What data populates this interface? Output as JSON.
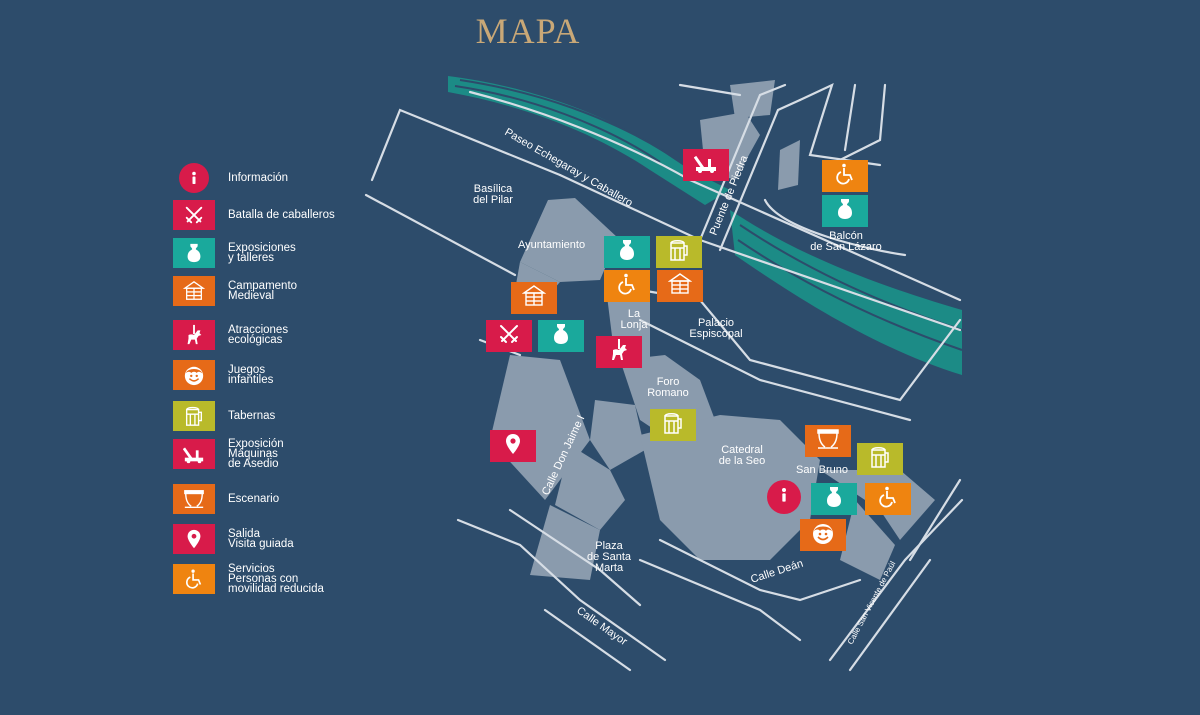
{
  "title": "MAPA",
  "colors": {
    "background": "#2d4c6b",
    "title": "#c9a877",
    "block": "#8a9bad",
    "road": "#d6dde5",
    "river": "#1c8b86",
    "red": "#d81b4a",
    "teal": "#1aa99c",
    "orange": "#ef8410",
    "dark_orange": "#e66a18",
    "olive": "#b9ba2a"
  },
  "legend": [
    {
      "icon": "info-icon",
      "color": "red",
      "label": "Información"
    },
    {
      "icon": "crossed-swords-icon",
      "color": "red",
      "label": "Batalla de caballeros"
    },
    {
      "icon": "vase-icon",
      "color": "teal",
      "label": "Exposiciones\ny talleres"
    },
    {
      "icon": "tent-icon",
      "color": "dark_orange",
      "label": "Campamento\nMedieval"
    },
    {
      "icon": "horse-icon",
      "color": "red",
      "label": "Atracciones\necológicas"
    },
    {
      "icon": "smiley-icon",
      "color": "dark_orange",
      "label": "Juegos\ninfantiles"
    },
    {
      "icon": "beer-mug-icon",
      "color": "olive",
      "label": "Tabernas"
    },
    {
      "icon": "catapult-icon",
      "color": "red",
      "label": "Exposición\nMáquinas\nde Asedio"
    },
    {
      "icon": "stage-icon",
      "color": "dark_orange",
      "label": "Escenario"
    },
    {
      "icon": "pin-icon",
      "color": "red",
      "label": "Salida\nVisita guiada"
    },
    {
      "icon": "wheelchair-icon",
      "color": "orange",
      "label": "Servicios\nPersonas con\nmovilidad reducida"
    }
  ],
  "places": {
    "basilica": "Basílica\ndel Pilar",
    "ayuntamiento": "Ayuntamiento",
    "lonja": "La\nLonja",
    "palacio": "Palacio\nEspiscopal",
    "foro": "Foro\nRomano",
    "catedral": "Catedral\nde la Seo",
    "san_bruno": "San Bruno",
    "santa_marta": "Plaza\nde Santa\nMarta",
    "balcon": "Balcón\nde San Lázaro"
  },
  "streets": {
    "paseo": "Paseo Echegaray y Caballero",
    "puente": "Puente de Piedra",
    "don_jaime": "Calle Don Jaime I",
    "mayor": "Calle Mayor",
    "dean": "Calle Deán",
    "san_vicente": "Calle San Vicente de Paúl"
  },
  "markers": [
    {
      "icon": "catapult-icon",
      "color": "red"
    },
    {
      "icon": "wheelchair-icon",
      "color": "orange"
    },
    {
      "icon": "vase-icon",
      "color": "teal"
    },
    {
      "icon": "vase-icon",
      "color": "teal"
    },
    {
      "icon": "beer-mug-icon",
      "color": "olive"
    },
    {
      "icon": "wheelchair-icon",
      "color": "orange"
    },
    {
      "icon": "tent-icon",
      "color": "dark_orange"
    },
    {
      "icon": "tent-icon",
      "color": "dark_orange"
    },
    {
      "icon": "crossed-swords-icon",
      "color": "red"
    },
    {
      "icon": "vase-icon",
      "color": "teal"
    },
    {
      "icon": "horse-icon",
      "color": "red"
    },
    {
      "icon": "beer-mug-icon",
      "color": "olive"
    },
    {
      "icon": "pin-icon",
      "color": "red"
    },
    {
      "icon": "stage-icon",
      "color": "dark_orange"
    },
    {
      "icon": "beer-mug-icon",
      "color": "olive"
    },
    {
      "icon": "info-icon",
      "color": "red"
    },
    {
      "icon": "vase-icon",
      "color": "teal"
    },
    {
      "icon": "wheelchair-icon",
      "color": "orange"
    },
    {
      "icon": "smiley-icon",
      "color": "dark_orange"
    }
  ]
}
